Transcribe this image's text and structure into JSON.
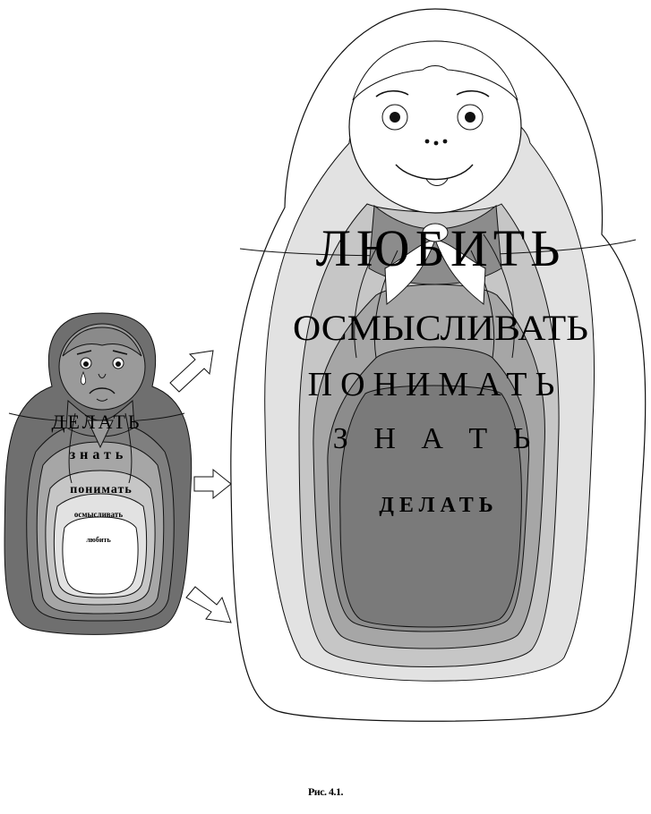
{
  "small_doll": {
    "labels": [
      "ДЕЛАТЬ",
      "знать",
      "понимать",
      "осмысливать",
      "любить"
    ]
  },
  "big_doll": {
    "labels": [
      "ЛЮБИТЬ",
      "ОСМЫСЛИВАТЬ",
      "ПОНИМАТЬ",
      "З Н А Т Ь",
      "ДЕЛАТЬ"
    ]
  },
  "caption": "Рис. 4.1.",
  "colors": {
    "darkest": "#6f6f6f",
    "dark": "#8a8a8a",
    "mid": "#a6a6a6",
    "light": "#c6c6c6",
    "lightest": "#e2e2e2",
    "white": "#ffffff",
    "outline": "#111111"
  }
}
